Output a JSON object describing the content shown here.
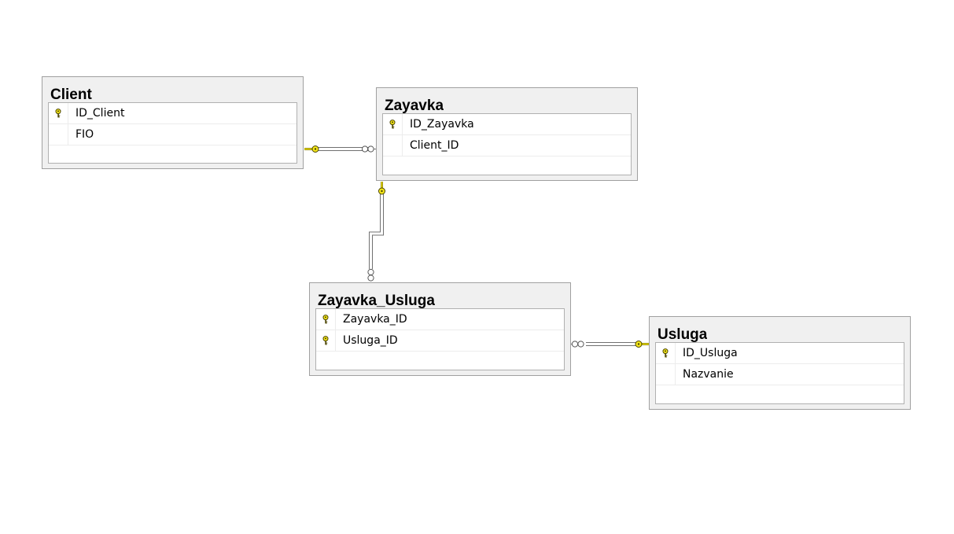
{
  "tables": {
    "client": {
      "name": "Client",
      "columns": [
        {
          "name": "ID_Client",
          "key": true
        },
        {
          "name": "FIO",
          "key": false
        }
      ]
    },
    "zayavka": {
      "name": "Zayavka",
      "columns": [
        {
          "name": "ID_Zayavka",
          "key": true
        },
        {
          "name": "Client_ID",
          "key": false
        }
      ]
    },
    "zayavka_usluga": {
      "name": "Zayavka_Usluga",
      "columns": [
        {
          "name": "Zayavka_ID",
          "key": true
        },
        {
          "name": "Usluga_ID",
          "key": true
        }
      ]
    },
    "usluga": {
      "name": "Usluga",
      "columns": [
        {
          "name": "ID_Usluga",
          "key": true
        },
        {
          "name": "Nazvanie",
          "key": false
        }
      ]
    }
  },
  "colors": {
    "key_fill": "#f5e71a",
    "key_stroke": "#5a5000",
    "line": "#707070"
  }
}
